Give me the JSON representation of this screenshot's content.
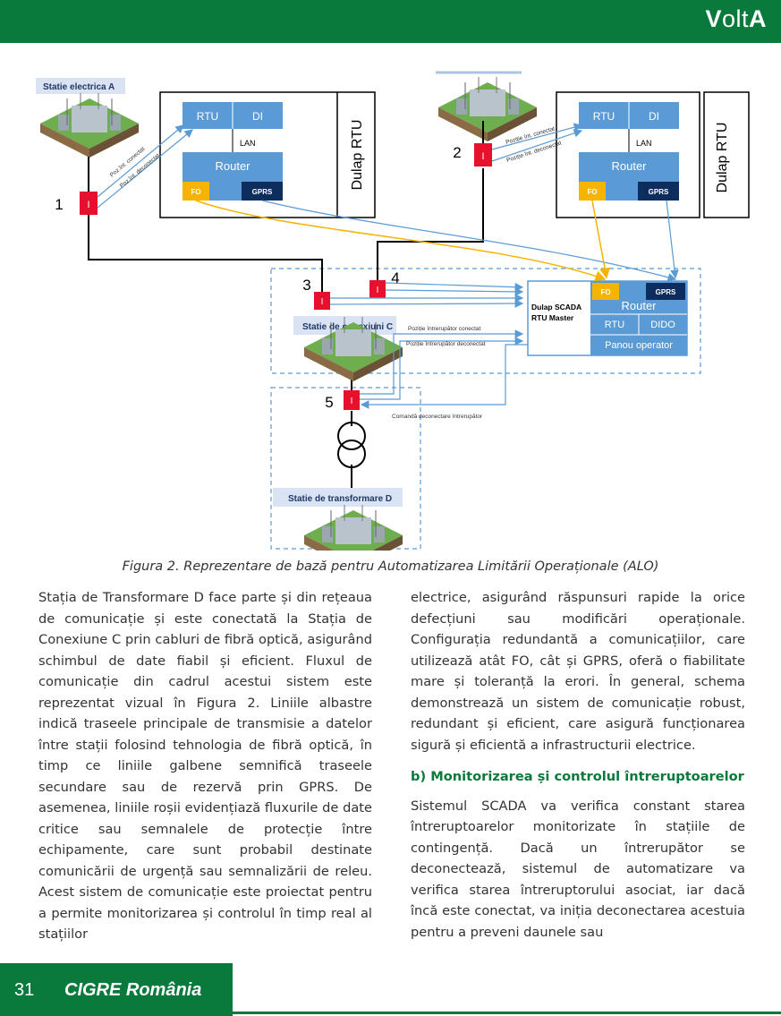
{
  "header": {
    "brand_bold_v": "V",
    "brand_mid": "olt",
    "brand_bold_a": "A"
  },
  "figure": {
    "labels": {
      "station_a": "Statie electrica A",
      "station_c": "Statie de conexiuni C",
      "station_d": "Statie de transformare D",
      "rtu": "RTU",
      "di": "DI",
      "lan": "LAN",
      "router": "Router",
      "fo": "FO",
      "gprs": "GPRS",
      "dulap_rtu": "Dulap RTU",
      "scada_line1": "Dulap SCADA",
      "scada_line2": "RTU Master",
      "dido": "DIDO",
      "panou": "Panou operator",
      "poz_conectat": "Poz.înt. conectat",
      "poz_deconectat": "Poz.înt. deconectat",
      "pozitie_conectat_short": "Poziție înt. conectat",
      "pozitie_deconectat_short": "Poziție înt. deconectat",
      "pozitie_conectat": "Poziție întrerupător conectat",
      "pozitie_deconectat": "Poziție întrerupător deconectat",
      "comanda": "Comandă deconectare întrerupător",
      "breaker": "I",
      "n1": "1",
      "n2": "2",
      "n3": "3",
      "n4": "4",
      "n5": "5"
    },
    "colors": {
      "fiber": "#5a9bd5",
      "gprs": "#f4b400",
      "breaker": "#e8112d",
      "box": "#5b9bd5",
      "dark": "#0d2d5e"
    },
    "caption": "Figura 2. Reprezentare de bază pentru Automatizarea Limitării Operaționale (ALO)"
  },
  "body": {
    "left_paragraph": "Stația de Transformare D face parte și din rețeaua de comunicație și este conectată la Stația de Conexiune C prin cabluri de fibră optică, asigurând schimbul de date fiabil și eficient. Fluxul de comunicație din cadrul acestui sistem este reprezentat vizual în Figura 2. Liniile albastre indică traseele principale de transmisie a datelor între stații folosind tehnologia de fibră optică, în timp ce liniile galbene semnifică traseele secundare sau de rezervă prin GPRS. De asemenea, liniile roșii evidențiază fluxurile de date critice sau semnalele de protecție între echipamente, care sunt probabil destinate comunicării de urgență sau semnalizării de releu. Acest sistem de comunicație este proiectat pentru a permite monitorizarea și controlul în timp real al stațiilor",
    "right_paragraph_1": "electrice, asigurând răspunsuri rapide la orice defecțiuni sau modificări operaționale. Configurația redundantă a comunicațiilor, care utilizează atât FO, cât și GPRS, oferă o fiabilitate mare și toleranță la erori. În general, schema demonstrează un sistem de comunicație robust, redundant și eficient, care asigură funcționarea sigură și eficientă a infrastructurii electrice.",
    "section_heading": "b) Monitorizarea și controlul întreruptoarelor",
    "right_paragraph_2": "Sistemul SCADA va verifica constant starea întreruptoarelor monitorizate în stațiile de contingență. Dacă un întrerupător se deconectează, sistemul de automatizare va verifica starea întreruptorului asociat, iar dacă încă este conectat, va iniția deconectarea acestuia pentru a preveni daunele sau"
  },
  "footer": {
    "page_number": "31",
    "publication": "CIGRE România"
  }
}
